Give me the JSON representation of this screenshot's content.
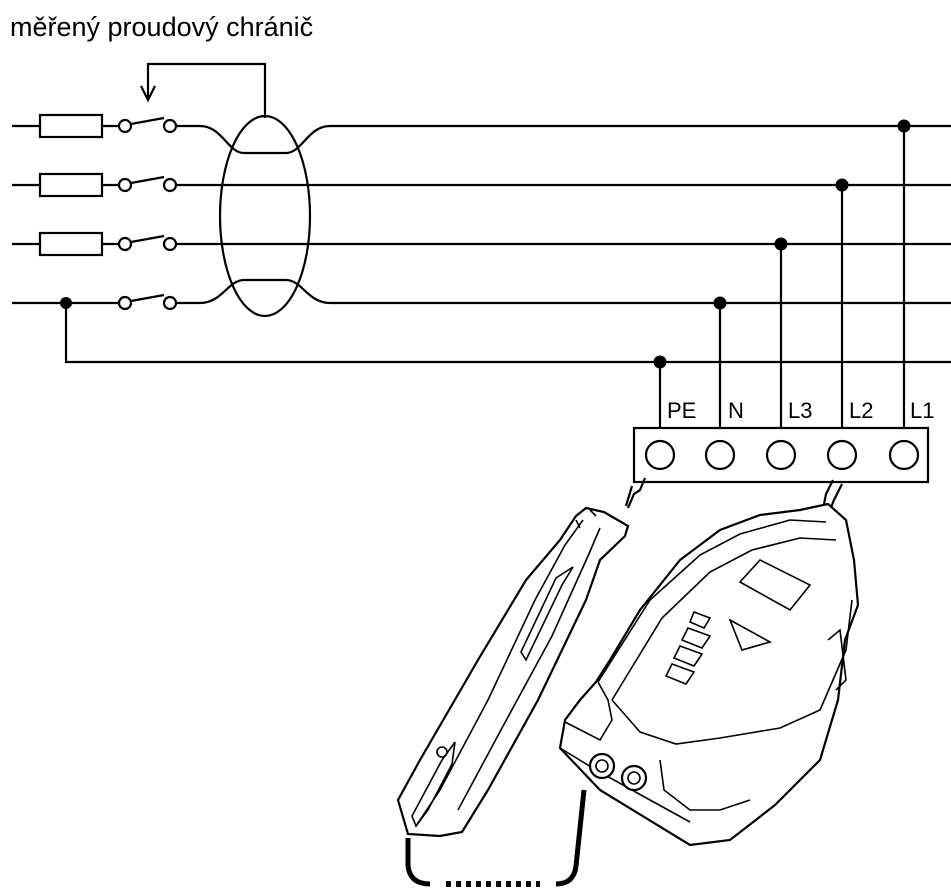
{
  "title": "měřený proudový chránič",
  "terminals": [
    {
      "id": "PE",
      "label": "PE"
    },
    {
      "id": "N",
      "label": "N"
    },
    {
      "id": "L3",
      "label": "L3"
    },
    {
      "id": "L2",
      "label": "L2"
    },
    {
      "id": "L1",
      "label": "L1"
    }
  ]
}
